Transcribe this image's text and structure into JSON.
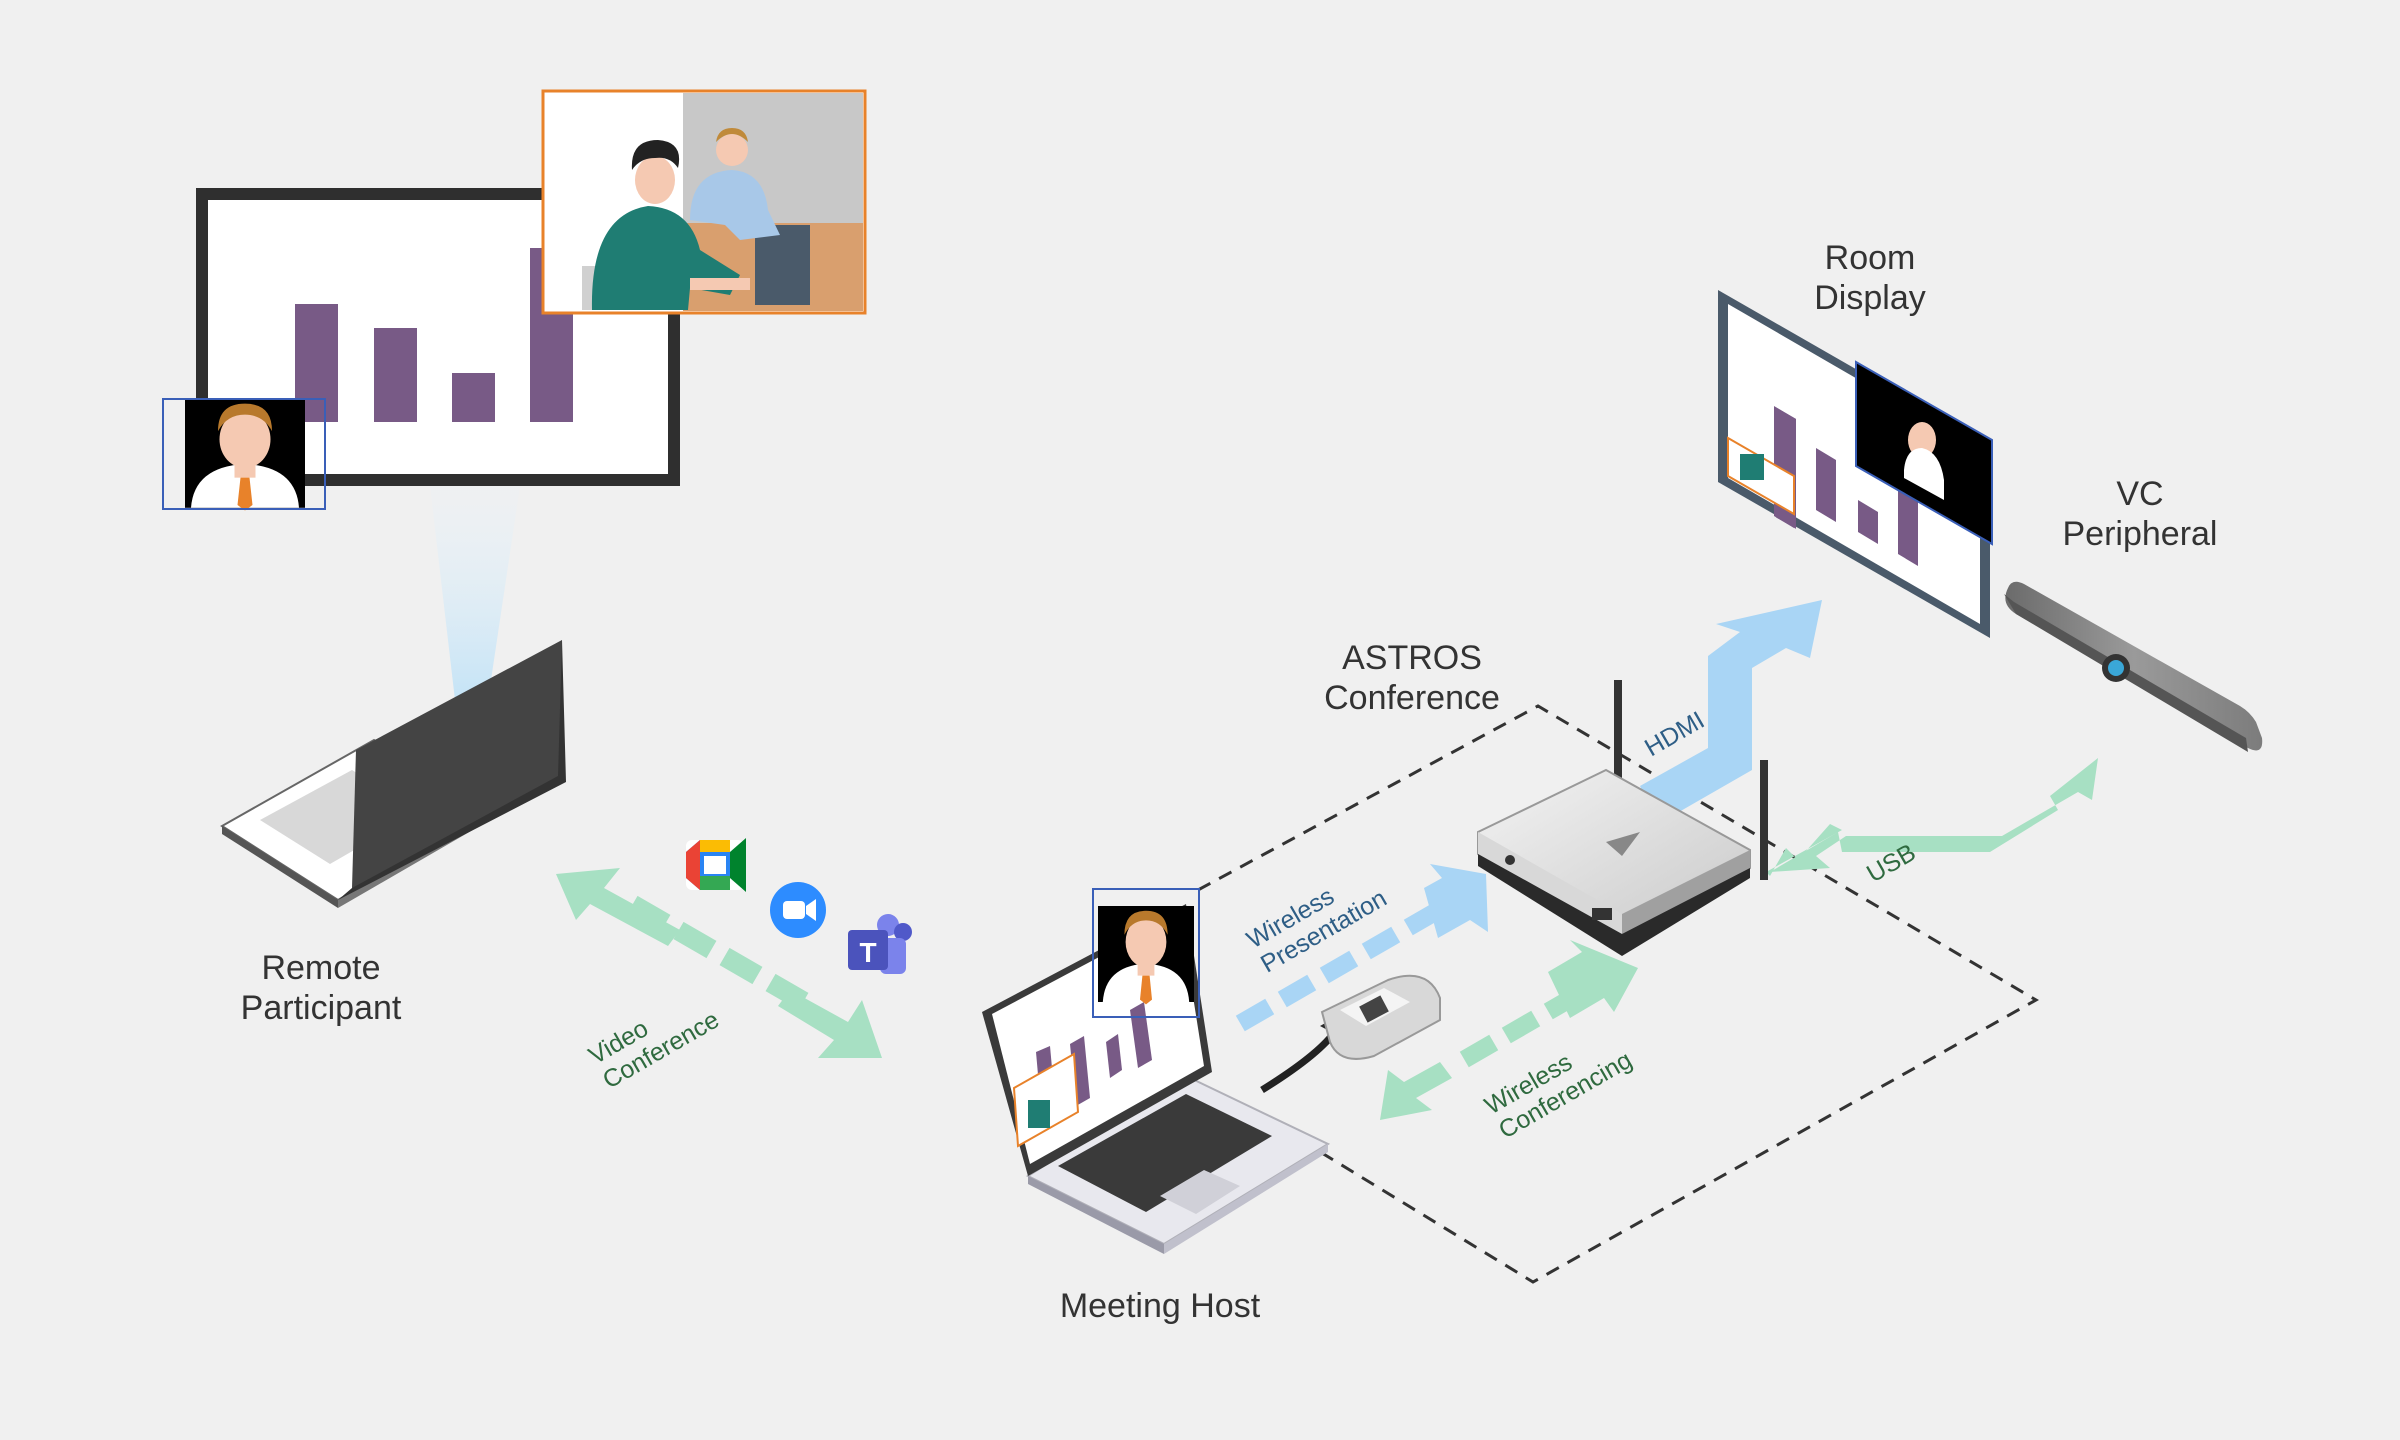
{
  "labels": {
    "remote_participant": "Remote\nParticipant",
    "meeting_host": "Meeting Host",
    "room_display": "Room\nDisplay",
    "vc_peripheral": "VC\nPeripheral",
    "astros_conference": "ASTROS\nConference",
    "video_conference": "Video\nConference",
    "wireless_presentation": "Wireless\nPresentation",
    "wireless_conferencing": "Wireless\nConferencing",
    "hdmi": "HDMI",
    "usb": "USB"
  },
  "icons": [
    "google-meet-icon",
    "zoom-icon",
    "teams-icon"
  ],
  "colors": {
    "bar": "#785a86",
    "presentation_blue": "#a9d5f5",
    "conference_green": "#a7e0c3",
    "label_blue": "#2e5e86",
    "label_green": "#2f6a3f",
    "orange_frame": "#e8822a",
    "blue_frame": "#3a5fb8"
  }
}
